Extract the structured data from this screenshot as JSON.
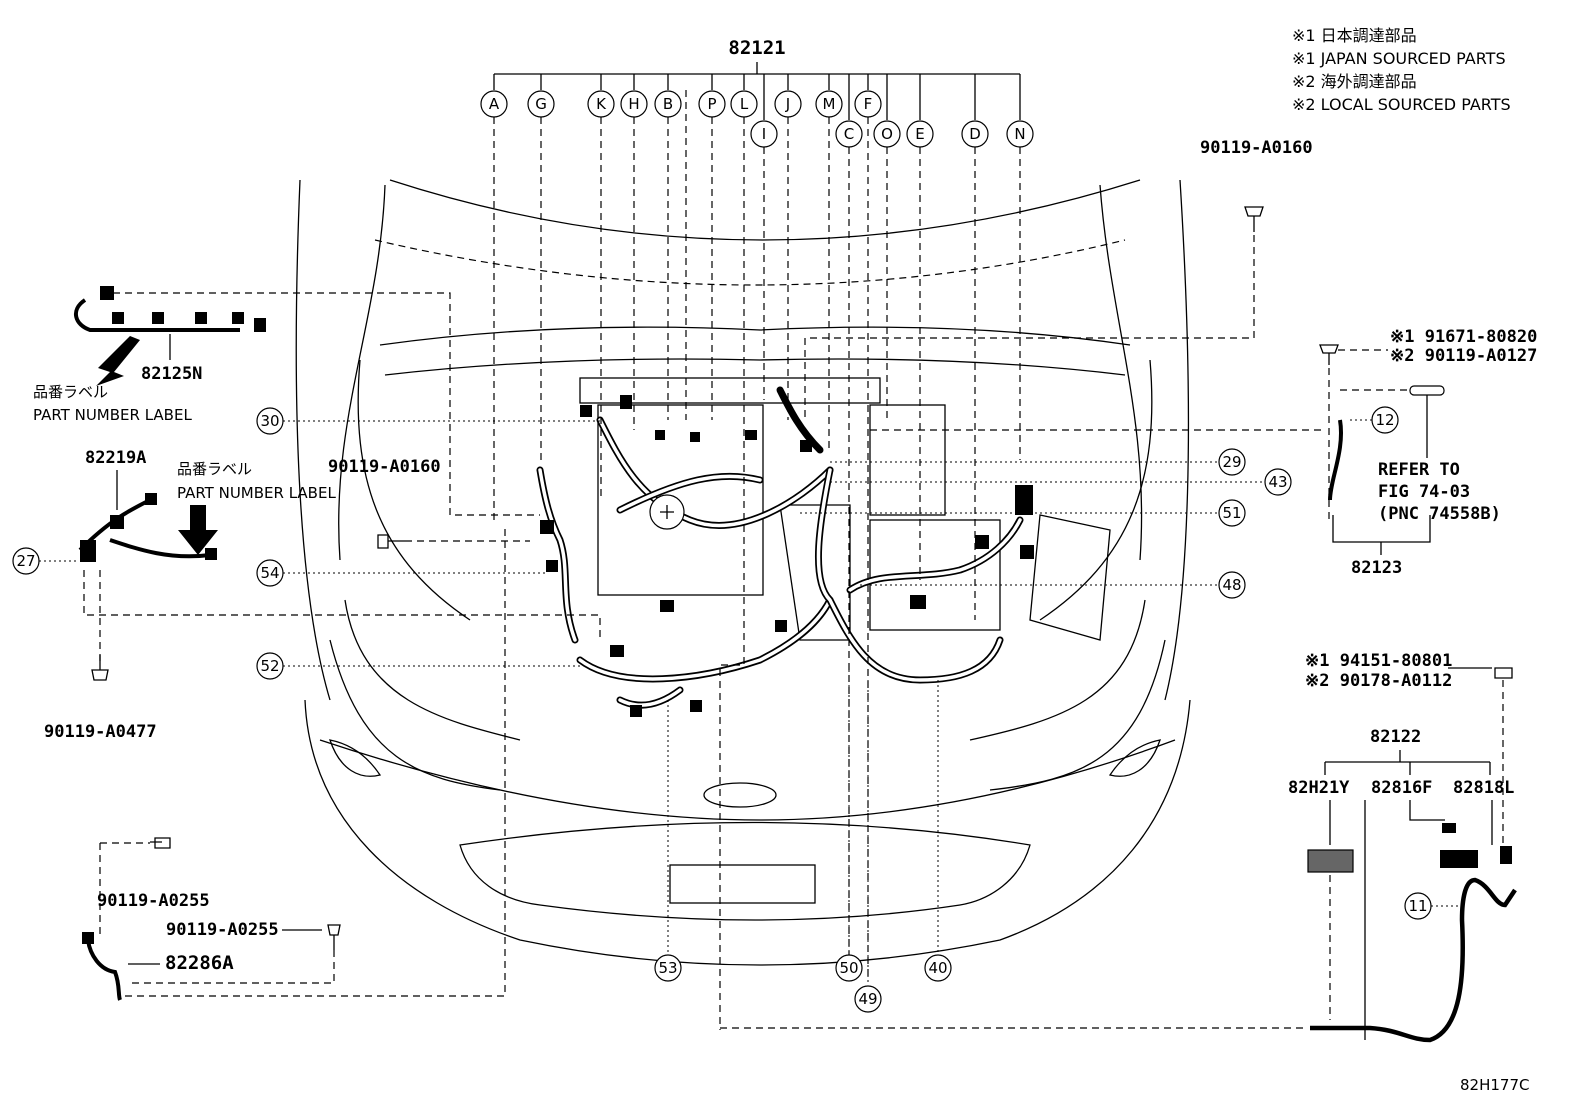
{
  "legend": [
    "※1 日本調達部品",
    "※1 JAPAN SOURCED PARTS",
    "※2 海外調達部品",
    "※2 LOCAL SOURCED PARTS"
  ],
  "main_part": "82121",
  "letters_top": [
    "A",
    "G",
    "K",
    "H",
    "B",
    "P",
    "L",
    "J",
    "M",
    "F"
  ],
  "letters_lower": [
    "I",
    "C",
    "O",
    "E",
    "D",
    "N"
  ],
  "parts": {
    "p82125N": "82125N",
    "p82219A": "82219A",
    "p82123": "82123",
    "p82122": "82122",
    "p82H21Y": "82H21Y",
    "p82816F": "82816F",
    "p82818L": "82818L",
    "p82286A": "82286A",
    "bolt_top_right": "90119-A0160",
    "bolt_mid_left": "90119-A0160",
    "bolt_left": "90119-A0477",
    "bolt_bl_1": "90119-A0255",
    "bolt_bl_2": "90119-A0255",
    "ref_12_a": "※1 91671-80820",
    "ref_12_b": "※2 90119-A0127",
    "ref_11_a": "※1 94151-80801",
    "ref_11_b": "※2 90178-A0112"
  },
  "labels": {
    "pn_label_jp_1": "品番ラベル",
    "pn_label_en_1": "PART NUMBER LABEL",
    "pn_label_jp_2": "品番ラベル",
    "pn_label_en_2": "PART NUMBER LABEL",
    "refer_1": "REFER TO",
    "refer_2": "FIG 74-03",
    "refer_3": "(PNC 74558B)"
  },
  "circled_numbers": {
    "c30": "30",
    "c54": "54",
    "c52": "52",
    "c27": "27",
    "c29": "29",
    "c43": "43",
    "c51": "51",
    "c48": "48",
    "c12": "12",
    "c11": "11",
    "c53": "53",
    "c50": "50",
    "c49": "49",
    "c40": "40"
  },
  "figure_code": "82H177C"
}
